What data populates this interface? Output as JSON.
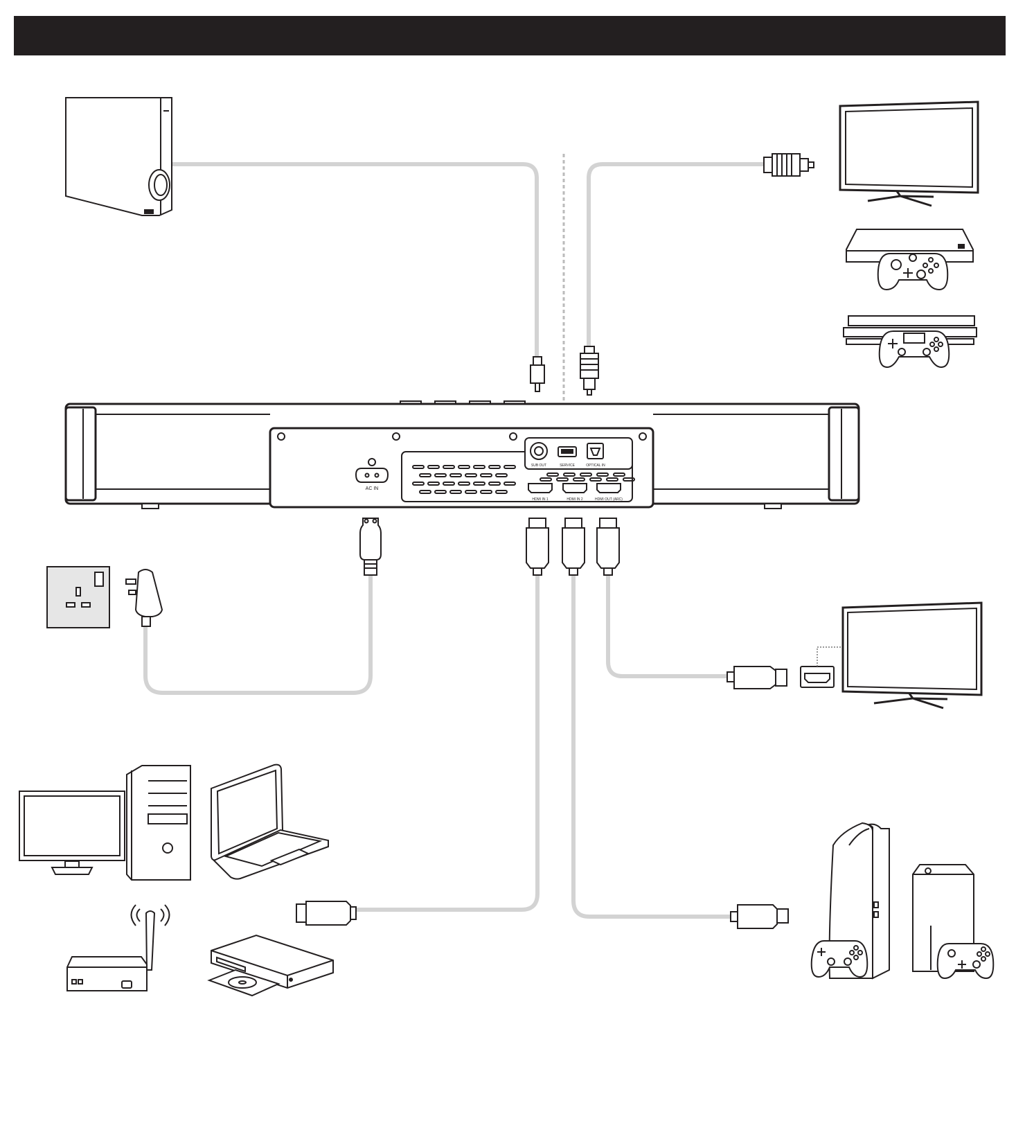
{
  "colors": {
    "header": "#231f20",
    "ink": "#231f20",
    "cable": "#d3d3d3",
    "wall_plate": "#e6e6e6"
  },
  "soundbar": {
    "ac_in_label": "AC IN",
    "ports": {
      "sub_out": "SUB OUT",
      "service": "SERVICE",
      "optical_in": "OPTICAL IN",
      "hdmi_in_1": "HDMI IN 1",
      "hdmi_in_2": "HDMI IN 2",
      "hdmi_out_arc": "HDMI OUT (ARC)"
    }
  },
  "devices": {
    "subwoofer": "subwoofer-icon",
    "tv_top": "tv-icon",
    "xbox_one": "xbox-one-console-icon",
    "ps4": "ps4-console-icon",
    "wall_socket": "wall-socket-icon",
    "tv_arc": "tv-icon",
    "pc": "desktop-pc-icon",
    "laptop": "laptop-icon",
    "router": "router-icon",
    "dvd_player": "dvd-player-icon",
    "ps5": "ps5-console-icon",
    "xbox_series_x": "xbox-series-x-icon"
  }
}
